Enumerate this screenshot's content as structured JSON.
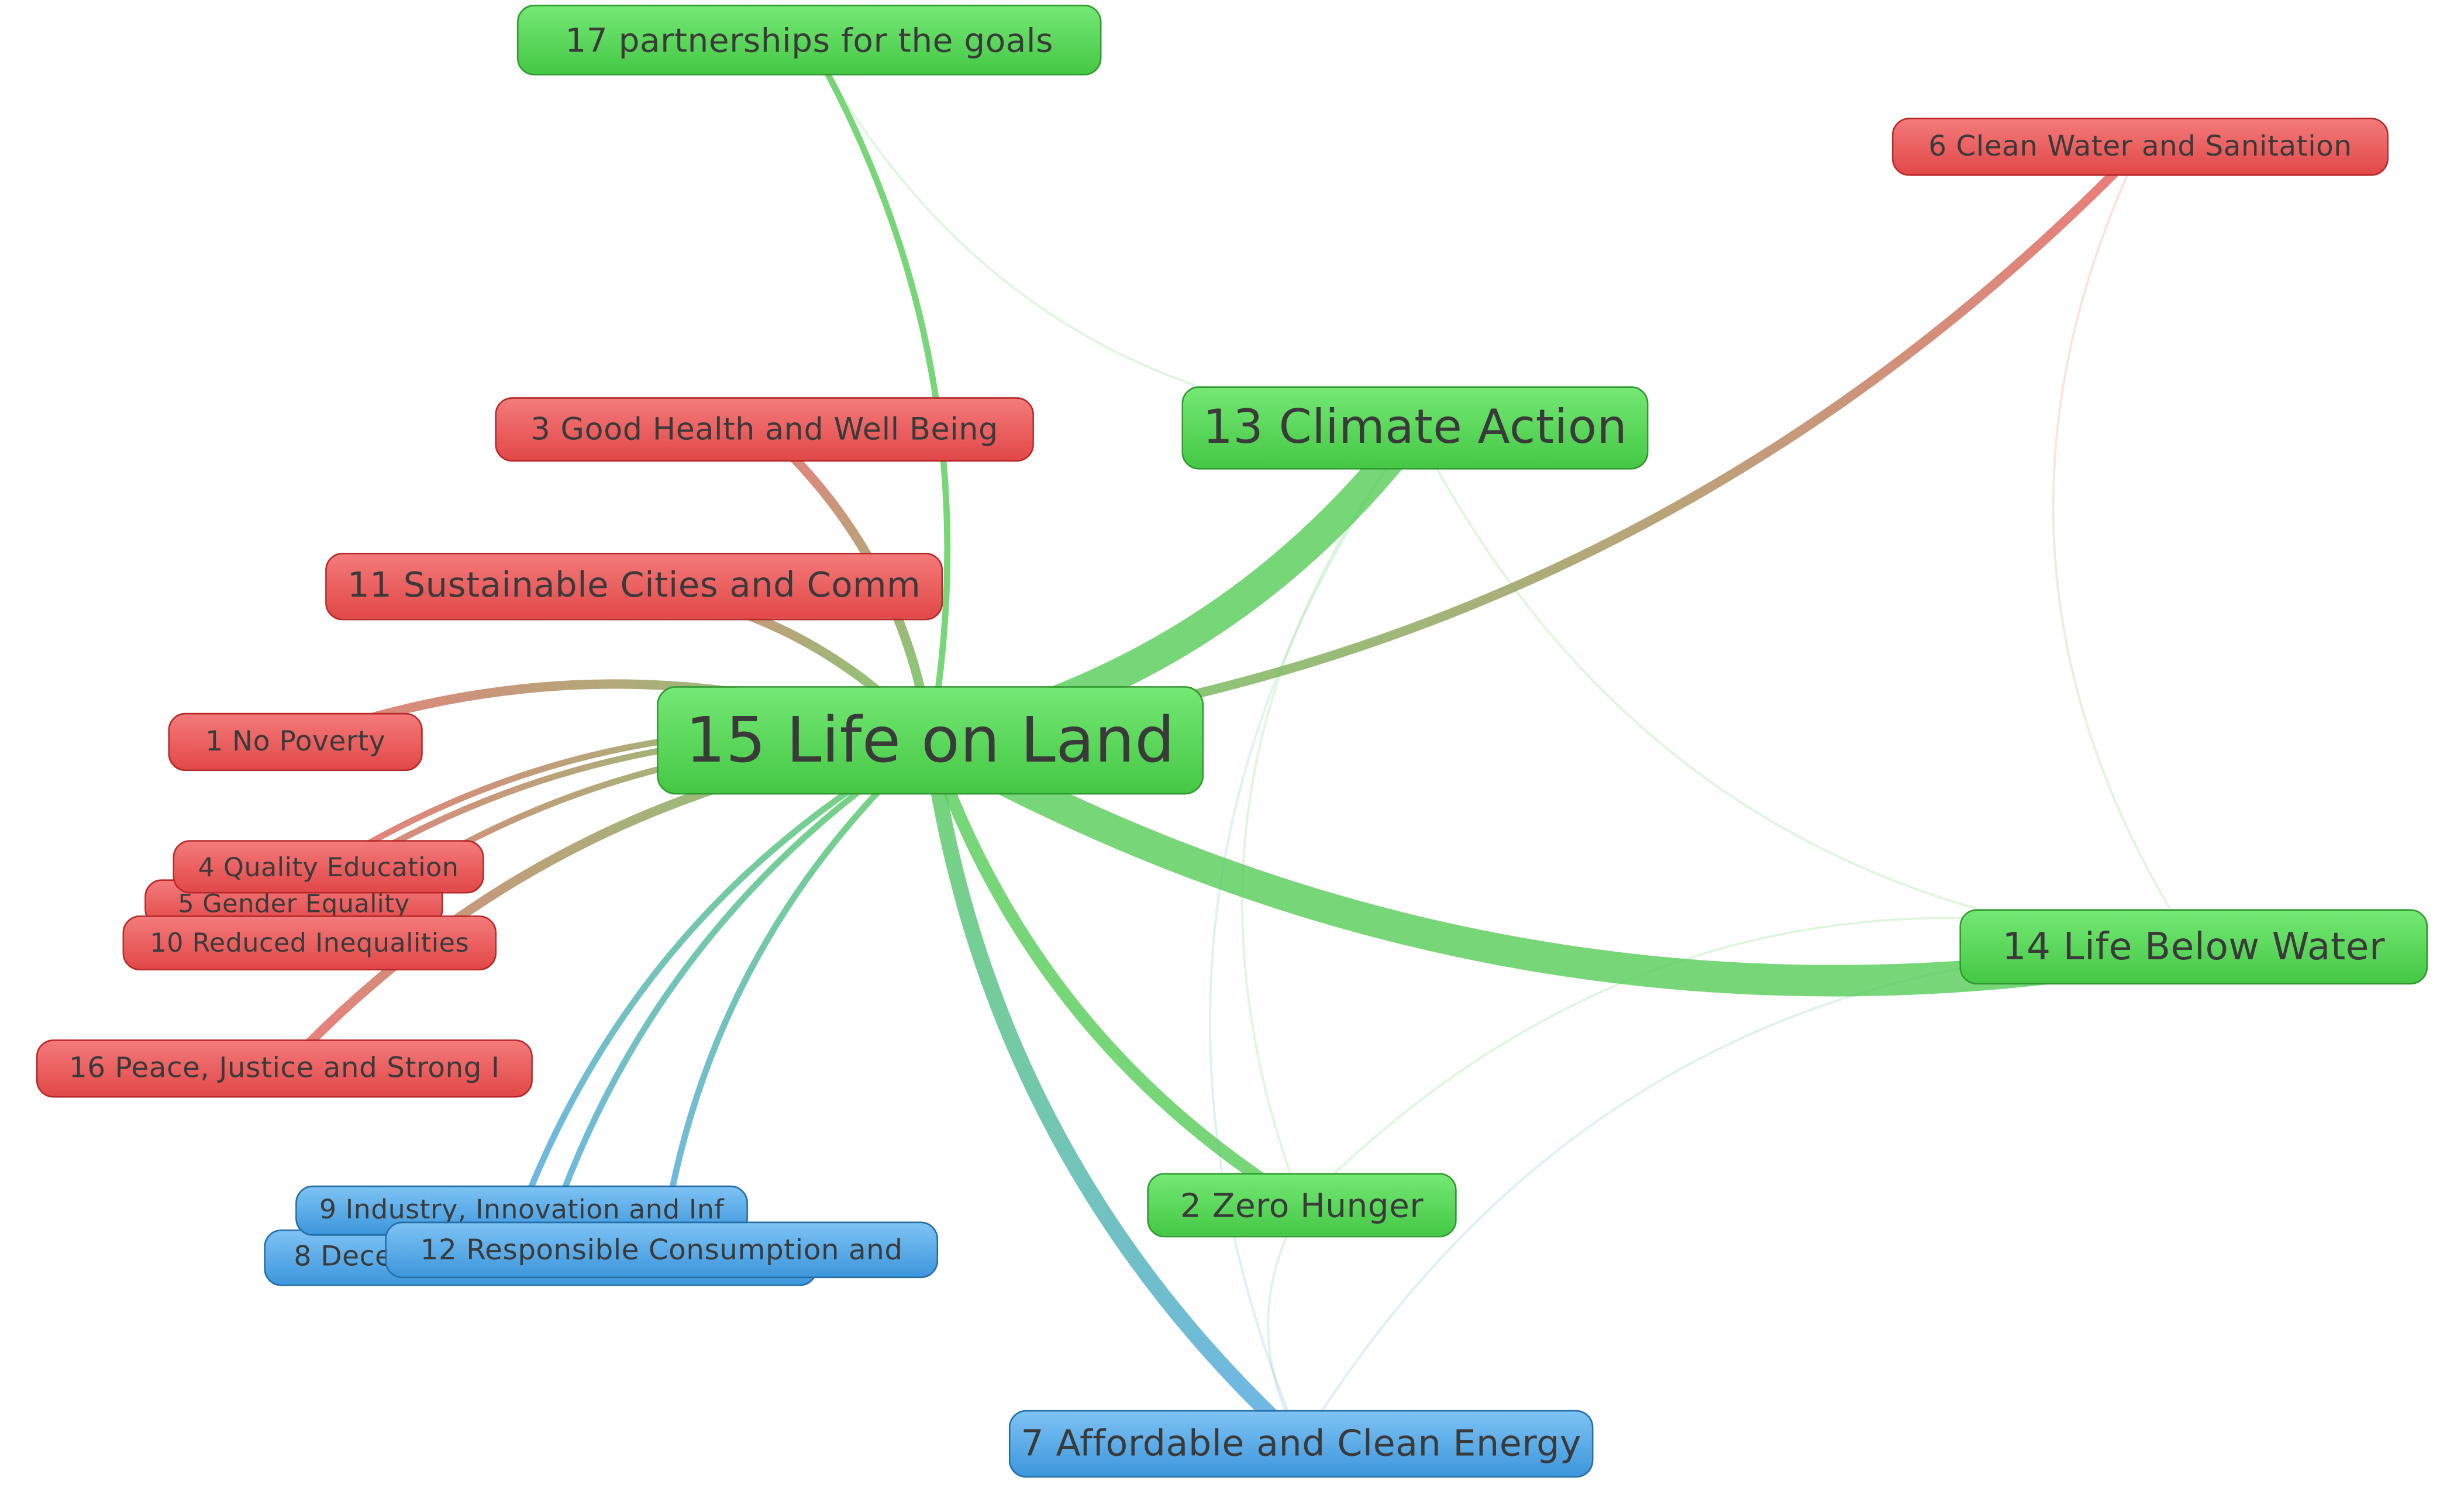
{
  "colors": {
    "red": "#e85a5a",
    "green": "#55cc55",
    "blue": "#4aa3e6",
    "text": "#3a3a3a"
  },
  "nodes": [
    {
      "id": "n17",
      "label": "17 partnerships for the goals",
      "color": "green"
    },
    {
      "id": "n6",
      "label": "6 Clean Water and Sanitation",
      "color": "red"
    },
    {
      "id": "n3",
      "label": "3 Good Health and Well Being",
      "color": "red"
    },
    {
      "id": "n13",
      "label": "13 Climate Action",
      "color": "green"
    },
    {
      "id": "n11",
      "label": "11 Sustainable Cities and Comm",
      "color": "red"
    },
    {
      "id": "n15",
      "label": "15 Life on Land",
      "color": "green"
    },
    {
      "id": "n1",
      "label": "1 No Poverty",
      "color": "red"
    },
    {
      "id": "n5",
      "label": "5 Gender Equality",
      "color": "red"
    },
    {
      "id": "n4",
      "label": "4 Quality Education",
      "color": "red"
    },
    {
      "id": "n10",
      "label": "10 Reduced Inequalities",
      "color": "red"
    },
    {
      "id": "n14",
      "label": "14 Life Below Water",
      "color": "green"
    },
    {
      "id": "n16",
      "label": "16 Peace, Justice and Strong I",
      "color": "red"
    },
    {
      "id": "n2",
      "label": "2 Zero Hunger",
      "color": "green"
    },
    {
      "id": "n8",
      "label": "8 Decent Work and Economic",
      "color": "blue"
    },
    {
      "id": "n9",
      "label": "9 Industry, Innovation and Inf",
      "color": "blue"
    },
    {
      "id": "n12",
      "label": "12 Responsible Consumption and",
      "color": "blue"
    },
    {
      "id": "n7",
      "label": "7 Affordable and Clean Energy",
      "color": "blue"
    }
  ],
  "edges": [
    {
      "from": "n15",
      "to": "n13",
      "weight": 10
    },
    {
      "from": "n15",
      "to": "n14",
      "weight": 10
    },
    {
      "from": "n15",
      "to": "n7",
      "weight": 5
    },
    {
      "from": "n15",
      "to": "n2",
      "weight": 4
    },
    {
      "from": "n15",
      "to": "n17",
      "weight": 2
    },
    {
      "from": "n15",
      "to": "n6",
      "weight": 3
    },
    {
      "from": "n15",
      "to": "n3",
      "weight": 3
    },
    {
      "from": "n15",
      "to": "n11",
      "weight": 3
    },
    {
      "from": "n15",
      "to": "n1",
      "weight": 3
    },
    {
      "from": "n15",
      "to": "n4",
      "weight": 2
    },
    {
      "from": "n15",
      "to": "n5",
      "weight": 2
    },
    {
      "from": "n15",
      "to": "n10",
      "weight": 2
    },
    {
      "from": "n15",
      "to": "n16",
      "weight": 3
    },
    {
      "from": "n15",
      "to": "n9",
      "weight": 2
    },
    {
      "from": "n15",
      "to": "n12",
      "weight": 2
    },
    {
      "from": "n15",
      "to": "n8",
      "weight": 2
    },
    {
      "from": "n13",
      "to": "n14",
      "weight": 1,
      "faint": true
    },
    {
      "from": "n13",
      "to": "n2",
      "weight": 1,
      "faint": true
    },
    {
      "from": "n13",
      "to": "n7",
      "weight": 1,
      "faint": true
    },
    {
      "from": "n14",
      "to": "n2",
      "weight": 1,
      "faint": true
    },
    {
      "from": "n14",
      "to": "n7",
      "weight": 1,
      "faint": true
    },
    {
      "from": "n2",
      "to": "n7",
      "weight": 1,
      "faint": true
    },
    {
      "from": "n6",
      "to": "n14",
      "weight": 1,
      "faint": true
    },
    {
      "from": "n17",
      "to": "n13",
      "weight": 1,
      "faint": true
    }
  ]
}
